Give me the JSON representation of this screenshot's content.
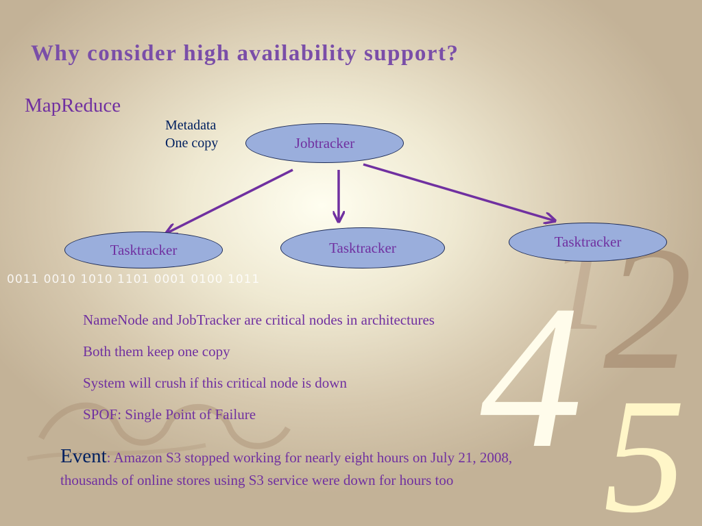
{
  "slide": {
    "title": "Why consider high availability support?",
    "subtitle": "MapReduce"
  },
  "decoration": {
    "binary": "0011 0010 1010 1101 0001 0100 1011",
    "numerals": [
      "1",
      "2",
      "4",
      "5"
    ]
  },
  "diagram": {
    "metadata_line1": "Metadata",
    "metadata_line2": "One copy",
    "nodes": {
      "jobtracker": "Jobtracker",
      "tasktracker_left": "Tasktracker",
      "tasktracker_middle": "Tasktracker",
      "tasktracker_right": "Tasktracker"
    },
    "edges": [
      {
        "from": "Jobtracker",
        "to": "Tasktracker (left)"
      },
      {
        "from": "Jobtracker",
        "to": "Tasktracker (middle)"
      },
      {
        "from": "Jobtracker",
        "to": "Tasktracker (right)"
      }
    ]
  },
  "bullets": [
    "NameNode and JobTracker are critical nodes in architectures",
    "Both them keep one copy",
    "System will crush if this critical node is down",
    "SPOF: Single Point of Failure"
  ],
  "event": {
    "label": "Event",
    "text_line1": ": Amazon S3 stopped working for nearly eight hours on July 21, 2008,",
    "text_line2": "thousands of online stores using S3 service were down for hours too"
  },
  "colors": {
    "title": "#7a4ea8",
    "text": "#7030a0",
    "metadata": "#002060",
    "node_fill": "#9aaedc",
    "node_border": "#1c2a55",
    "arrow": "#7030a0"
  }
}
